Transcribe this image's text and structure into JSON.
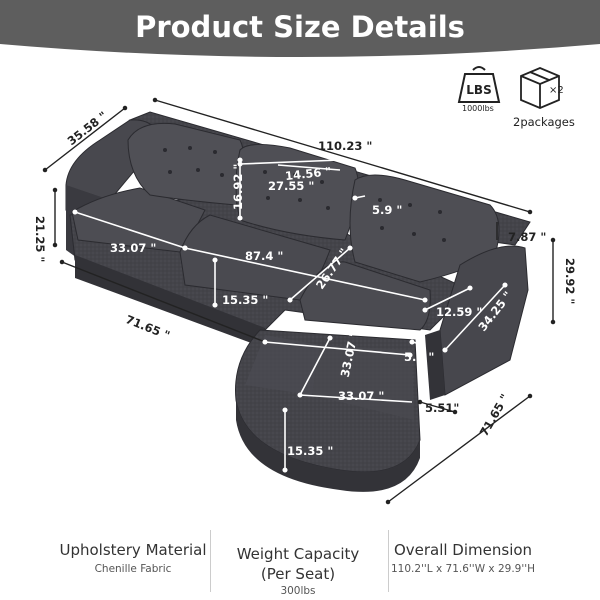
{
  "header": {
    "title": "Product Size Details"
  },
  "badges": {
    "weight_icon_text": "LBS",
    "weight_value": "1000lbs",
    "box_count": "×2",
    "packages_label": "2packages"
  },
  "dimensions": {
    "total_length": "110.23 \"",
    "depth": "35.58 \"",
    "cushion_height": "16.92 \"",
    "cushion_width": "27.55 \"",
    "cushion_depth": "14.56 \"",
    "arm_height": "21.25 \"",
    "seat_width": "33.07 \"",
    "seat_span": "87.4 \"",
    "cushion_thickness": "5.9 \"",
    "arm_width": "7.87 \"",
    "overall_height": "29.92 \"",
    "seat_depth": "26.77 \"",
    "seat_height": "15.35 \"",
    "front_length": "71.65 \"",
    "back_cushion_depth": "12.59 \"",
    "corner_depth": "34.25 \"",
    "ottoman_depth": "33.07 \"",
    "ottoman_width": "33.07 \"",
    "ottoman_gap": "5.9 \"",
    "ottoman_base": "5.51\"",
    "ottoman_height": "15.35 \"",
    "chaise_length": "71.65 \""
  },
  "specs": [
    {
      "title": "Upholstery Material",
      "sub": "Chenille Fabric"
    },
    {
      "title": "Weight Capacity\n(Per Seat)",
      "sub": "300lbs"
    },
    {
      "title": "Overall Dimension",
      "sub": "110.2''L x 71.6''W x 29.9''H"
    }
  ],
  "colors": {
    "banner": "#5e5e5e",
    "sofa": "#404045",
    "sofa_light": "#56565c",
    "sofa_dark": "#2b2b30"
  }
}
